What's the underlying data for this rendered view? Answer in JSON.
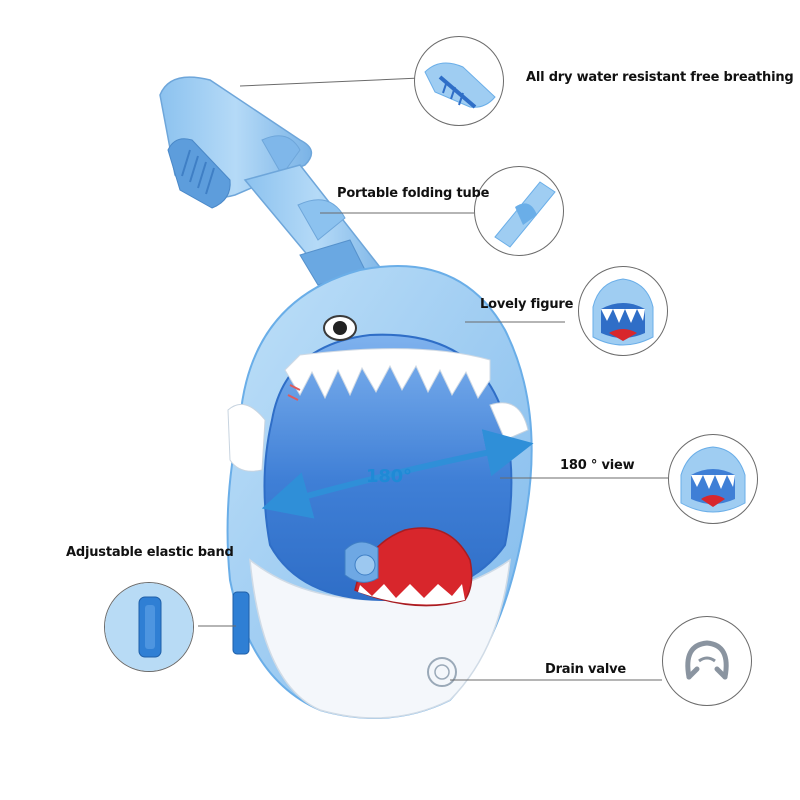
{
  "callouts": {
    "breathing": "All dry water resistant free breathing",
    "tube": "Portable folding tube",
    "figure": "Lovely figure",
    "view": "180 ° view",
    "band": "Adjustable elastic band",
    "drain": "Drain valve"
  },
  "view_angle": "180°",
  "colors": {
    "light_blue": "#9fcdf2",
    "mid_blue": "#6aaee8",
    "deep_blue": "#2f7fd4",
    "lens_blue": "#3d7fd8",
    "teeth_white": "#ffffff",
    "shark_red": "#d8262c",
    "callout_line": "#6b6b6b"
  }
}
